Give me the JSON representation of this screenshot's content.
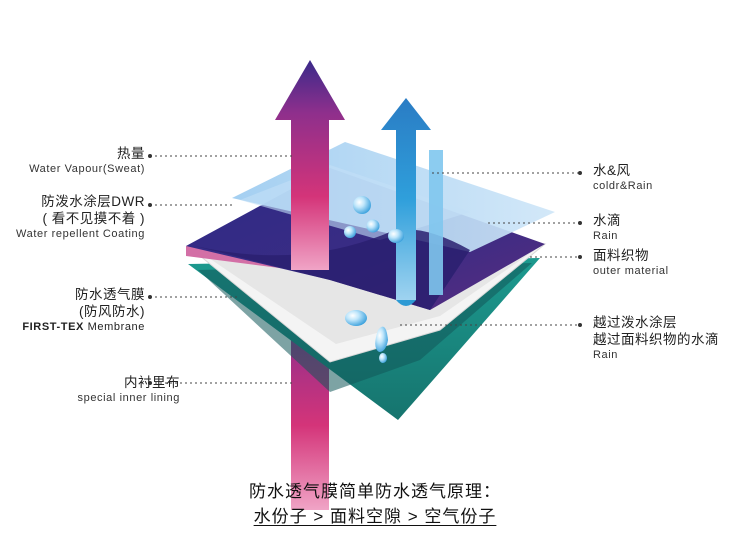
{
  "left_labels": {
    "heat": {
      "cn": "热量",
      "en": "Water Vapour(Sweat)"
    },
    "dwr": {
      "cn": "防泼水涂层DWR",
      "cn2": "( 看不见摸不着 )",
      "en": "Water repellent Coating"
    },
    "membrane": {
      "cn": "防水透气膜",
      "cn2": "(防风防水)",
      "en_bold": "FIRST-TEX",
      "en": "Membrane"
    },
    "lining": {
      "cn": "内衬里布",
      "en": "special inner lining"
    }
  },
  "right_labels": {
    "wind": {
      "cn": "水&风",
      "en": "coldr&Rain"
    },
    "drop": {
      "cn": "水滴",
      "en": "Rain"
    },
    "outer": {
      "cn": "面料织物",
      "en": "outer material"
    },
    "pass": {
      "cn": "越过泼水涂层",
      "cn2": "越过面料织物的水滴",
      "en": "Rain"
    }
  },
  "caption": {
    "line1": "防水透气膜简单防水透气原理：",
    "line2": "水份子 > 面料空隙 > 空气份子"
  },
  "colors": {
    "top_layer": "#2a2275",
    "dwr_layer": "#8fc6ee",
    "lining_layer": "#1f8f86",
    "membrane_layer": "#f1f1f1",
    "red_arrow": "#c2296e",
    "blue_arrow": "#2d9ad4"
  },
  "icons": [
    "water-drop-icon",
    "vapour-arrow-icon",
    "rain-arrow-icon"
  ]
}
